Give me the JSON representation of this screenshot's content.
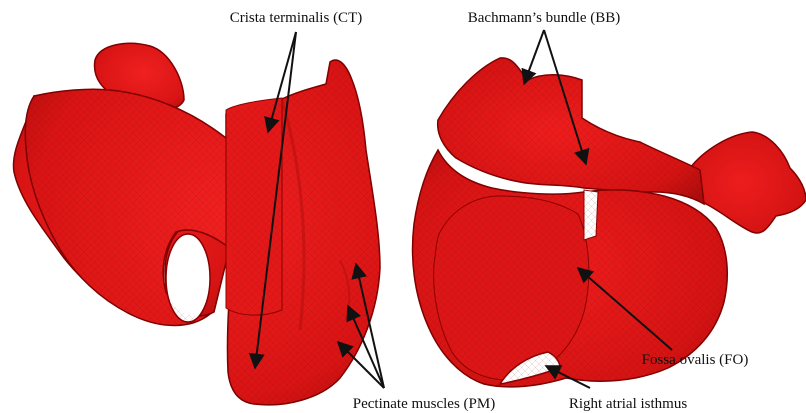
{
  "labels": {
    "ct": "Crista terminalis (CT)",
    "bb": "Bachmann’s bundle (BB)",
    "fo": "Fossa ovalis (FO)",
    "pm": "Pectinate muscles (PM)",
    "isthmus": "Right atrial isthmus"
  },
  "colors": {
    "tissue": "#e51a1a",
    "tissue_dark": "#a10c0c",
    "mesh_line": "#8b0000",
    "annotation": "#111111",
    "background": "#ffffff"
  }
}
